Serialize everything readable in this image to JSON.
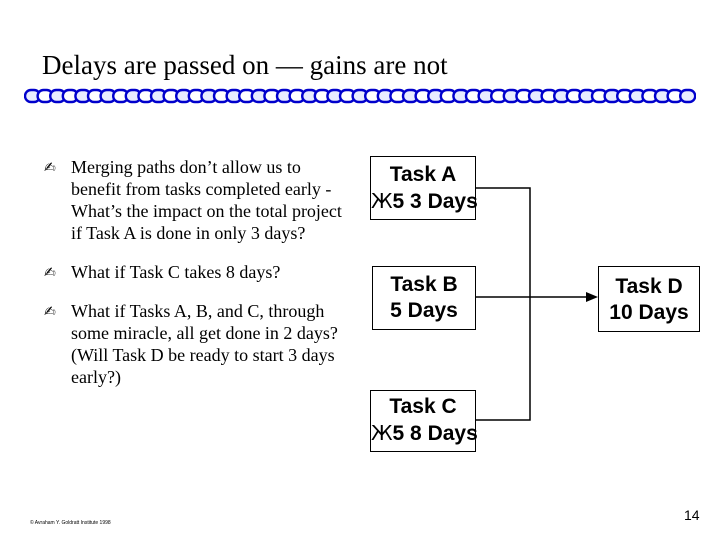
{
  "slide": {
    "title": "Delays are passed on — gains are not",
    "bullet_mark": "✍",
    "bullets": [
      "Merging paths don’t allow us to benefit from tasks completed early - What’s the impact on the total project if Task A is done in only 3 days?",
      "What if Task C takes 8 days?",
      "What if Tasks A, B, and C, through some miracle, all get done in 2 days? (Will Task D be ready to start 3 days early?)"
    ],
    "tasks": {
      "a": {
        "name": "Task A",
        "glyph": "Ж",
        "duration": "5 3 Days"
      },
      "b": {
        "name": "Task B",
        "duration": "5 Days"
      },
      "c": {
        "name": "Task C",
        "glyph": "Ж",
        "duration": "5 8 Days"
      },
      "d": {
        "name": "Task D",
        "duration": "10 Days"
      }
    },
    "footer": "© Avraham Y. Goldratt Institute 1998",
    "page_number": "14"
  }
}
